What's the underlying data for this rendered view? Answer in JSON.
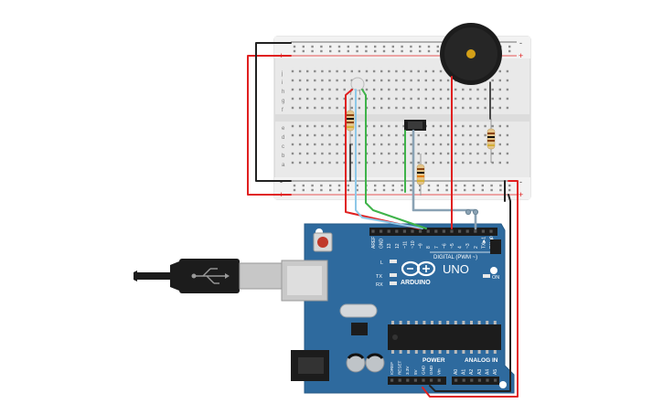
{
  "board": {
    "logo_text": "ARDUINO",
    "model": "UNO",
    "digital_label": "DIGITAL (PWM ~)",
    "power_label": "POWER",
    "analog_label": "ANALOG IN",
    "led_l": "L",
    "led_tx": "TX",
    "led_rx": "RX",
    "led_on": "ON",
    "digital_pins": [
      "AREF",
      "GND",
      "13",
      "12",
      "~11",
      "~10",
      "~9",
      "8",
      "7",
      "~6",
      "~5",
      "4",
      "~3",
      "2",
      "TX▶1",
      "RX◀0"
    ],
    "power_pins": [
      "IOREF",
      "RESET",
      "3.3V",
      "5V",
      "GND",
      "GND",
      "Vin"
    ],
    "analog_pins": [
      "A0",
      "A1",
      "A2",
      "A3",
      "A4",
      "A5"
    ]
  },
  "breadboard": {
    "row_letters_top": [
      "j",
      "i",
      "h",
      "g",
      "f"
    ],
    "row_letters_bottom": [
      "e",
      "d",
      "c",
      "b",
      "a"
    ],
    "rail_minus": "-",
    "rail_plus": "+"
  },
  "colors": {
    "board": "#2e6a9e",
    "wire_red": "#e02020",
    "wire_black": "#222222",
    "wire_green": "#3fb34a",
    "wire_blue": "#8ec8e8",
    "wire_gray": "#8aa2b4"
  }
}
